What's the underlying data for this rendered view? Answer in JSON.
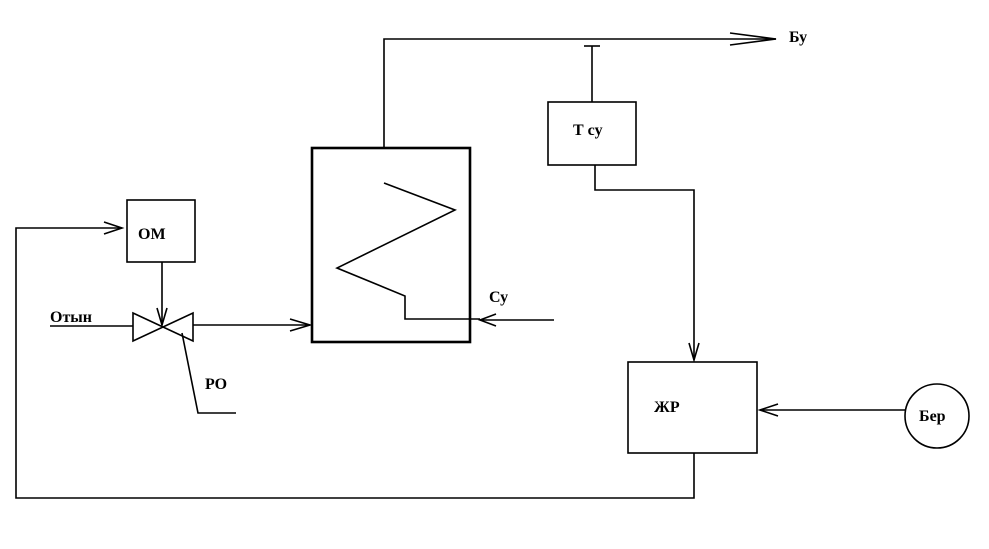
{
  "labels": {
    "bu": "Бу",
    "t_su": "Т су",
    "om": "ОМ",
    "su": "Су",
    "otyn": "Отын",
    "ro": "РО",
    "zhr": "ЖР",
    "ber": "Бер"
  },
  "colors": {
    "stroke": "#000000",
    "background": "#ffffff"
  }
}
